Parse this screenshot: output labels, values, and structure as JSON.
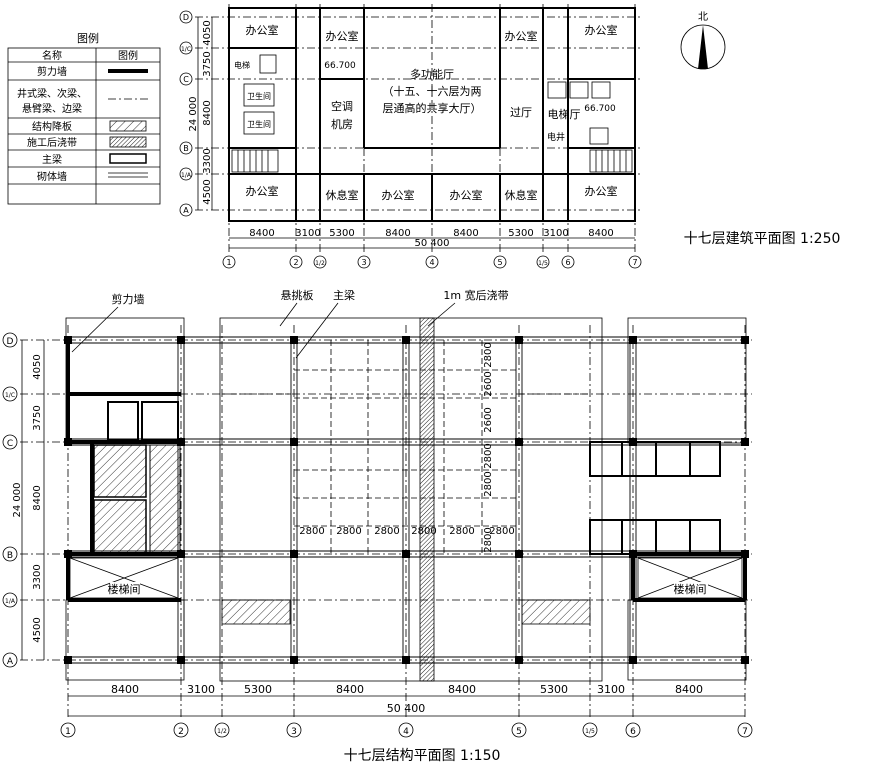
{
  "legend": {
    "title": "图例",
    "col_name": "名称",
    "col_icon": "图例",
    "rows": [
      {
        "name": "剪力墙",
        "icon": "thick-line-icon"
      },
      {
        "name": "井式梁、次梁、\n悬臂梁、边梁",
        "icon": "dash-line-icon"
      },
      {
        "name": "结构降板",
        "icon": "hatch-box-icon"
      },
      {
        "name": "施工后浇带",
        "icon": "dense-hatch-icon"
      },
      {
        "name": "主梁",
        "icon": "double-line-box-icon"
      },
      {
        "name": "砌体墙",
        "icon": "double-line-icon"
      }
    ]
  },
  "north_label": "北",
  "arch": {
    "title": "十七层建筑平面图 1:250",
    "rooms": {
      "office_tl": "办公室",
      "office_t2": "办公室",
      "office_t3": "办公室",
      "office_tr": "办公室",
      "multi_hall_1": "多功能厅",
      "multi_hall_2": "（十五、十六层为两",
      "multi_hall_3": "层通高的共享大厅）",
      "elev_small": "电梯",
      "level_left": "66.700",
      "level_right": "66.700",
      "toilet1": "卫生间",
      "toilet2": "卫生间",
      "ac_room_1": "空调",
      "ac_room_2": "机房",
      "corridor": "过厅",
      "elevator_hall": "电梯厅",
      "elec_well": "电井",
      "office_bl": "办公室",
      "rest_l": "休息室",
      "office_b2": "办公室",
      "office_b3": "办公室",
      "rest_r": "休息室",
      "office_br": "办公室"
    },
    "axis_rows": [
      "D",
      "1/C",
      "C",
      "B",
      "1/A",
      "A"
    ],
    "axis_cols": [
      "1",
      "2",
      "1/2",
      "3",
      "4",
      "5",
      "1/5",
      "6",
      "7"
    ],
    "row_dims": [
      "4050",
      "3750",
      "8400",
      "3300",
      "4500"
    ],
    "row_total": "24 000",
    "col_dims": [
      "8400",
      "3100",
      "5300",
      "8400",
      "8400",
      "5300",
      "3100",
      "8400"
    ],
    "col_total": "50 400"
  },
  "struct": {
    "title": "十七层结构平面图 1:150",
    "labels": {
      "shear_wall": "剪力墙",
      "cantilever": "悬挑板",
      "main_beam": "主梁",
      "post_pour": "1m 宽后浇带",
      "stair_left": "楼梯间",
      "stair_right": "楼梯间"
    },
    "axis_rows": [
      "D",
      "1/C",
      "C",
      "B",
      "1/A",
      "A"
    ],
    "axis_cols": [
      "1",
      "2",
      "1/2",
      "3",
      "4",
      "5",
      "1/5",
      "6",
      "7"
    ],
    "row_dims": [
      "4050",
      "3750",
      "8400",
      "3300",
      "4500"
    ],
    "row_total": "24 000",
    "col_dims": [
      "8400",
      "3100",
      "5300",
      "8400",
      "8400",
      "5300",
      "3100",
      "8400"
    ],
    "col_total": "50 400",
    "bay_dims_h": [
      "2800",
      "2800",
      "2800",
      "2800",
      "2800",
      "2800"
    ],
    "bay_dims_v": [
      "2800",
      "2600",
      "2600",
      "2800",
      "2800",
      "2800"
    ]
  }
}
